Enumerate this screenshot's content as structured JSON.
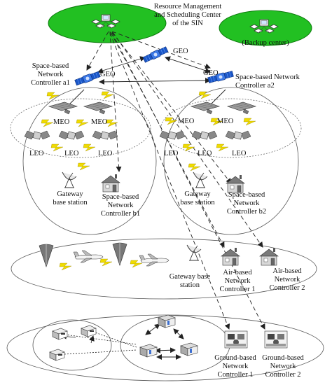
{
  "center": {
    "title_line1": "Resource Management",
    "title_line2": "and Scheduling Center",
    "title_line3": "of the SIN",
    "backup": "(Backup center)"
  },
  "space": {
    "geo_top": "GEO",
    "geo_left": "GEO",
    "geo_right": "GEO",
    "ctrl_a1_line1": "Space-based",
    "ctrl_a1_line2": "Network",
    "ctrl_a1_line3": "Controller  a1",
    "ctrl_a2_line1": "Space-based Network",
    "ctrl_a2_line2": "Controller  a2",
    "meo_1": "MEO",
    "meo_2": "MEO",
    "meo_3": "MEO",
    "meo_4": "MEO",
    "leo_1": "LEO",
    "leo_2": "LEO",
    "leo_3": "LEO",
    "leo_4": "LEO",
    "leo_5": "LEO",
    "leo_6": "LEO",
    "gw1_line1": "Gateway",
    "gw1_line2": "base station",
    "gw2_line1": "Gateway",
    "gw2_line2": "base station",
    "ctrl_b1_line1": "Space-based",
    "ctrl_b1_line2": "Network",
    "ctrl_b1_line3": "Controller  b1",
    "ctrl_b2_line1": "Space-based",
    "ctrl_b2_line2": "Network",
    "ctrl_b2_line3": "Controller  b2"
  },
  "air": {
    "gw_line1": "Gateway base",
    "gw_line2": "station",
    "ctrl1_line1": "Air-based",
    "ctrl1_line2": "Network",
    "ctrl1_line3": "Controller  1",
    "ctrl2_line1": "Air-based",
    "ctrl2_line2": "Network",
    "ctrl2_line3": "Controller  2"
  },
  "ground": {
    "ctrl1_line1": "Ground-based",
    "ctrl1_line2": "Network",
    "ctrl1_line3": "Controller  1",
    "ctrl2_line1": "Ground-based",
    "ctrl2_line2": "Network",
    "ctrl2_line3": "Controller  2"
  },
  "colors": {
    "center_green": "#22c022",
    "satellite_blue": "#1a56c8",
    "lightning_yellow": "#f0dc00",
    "line": "#222222"
  }
}
